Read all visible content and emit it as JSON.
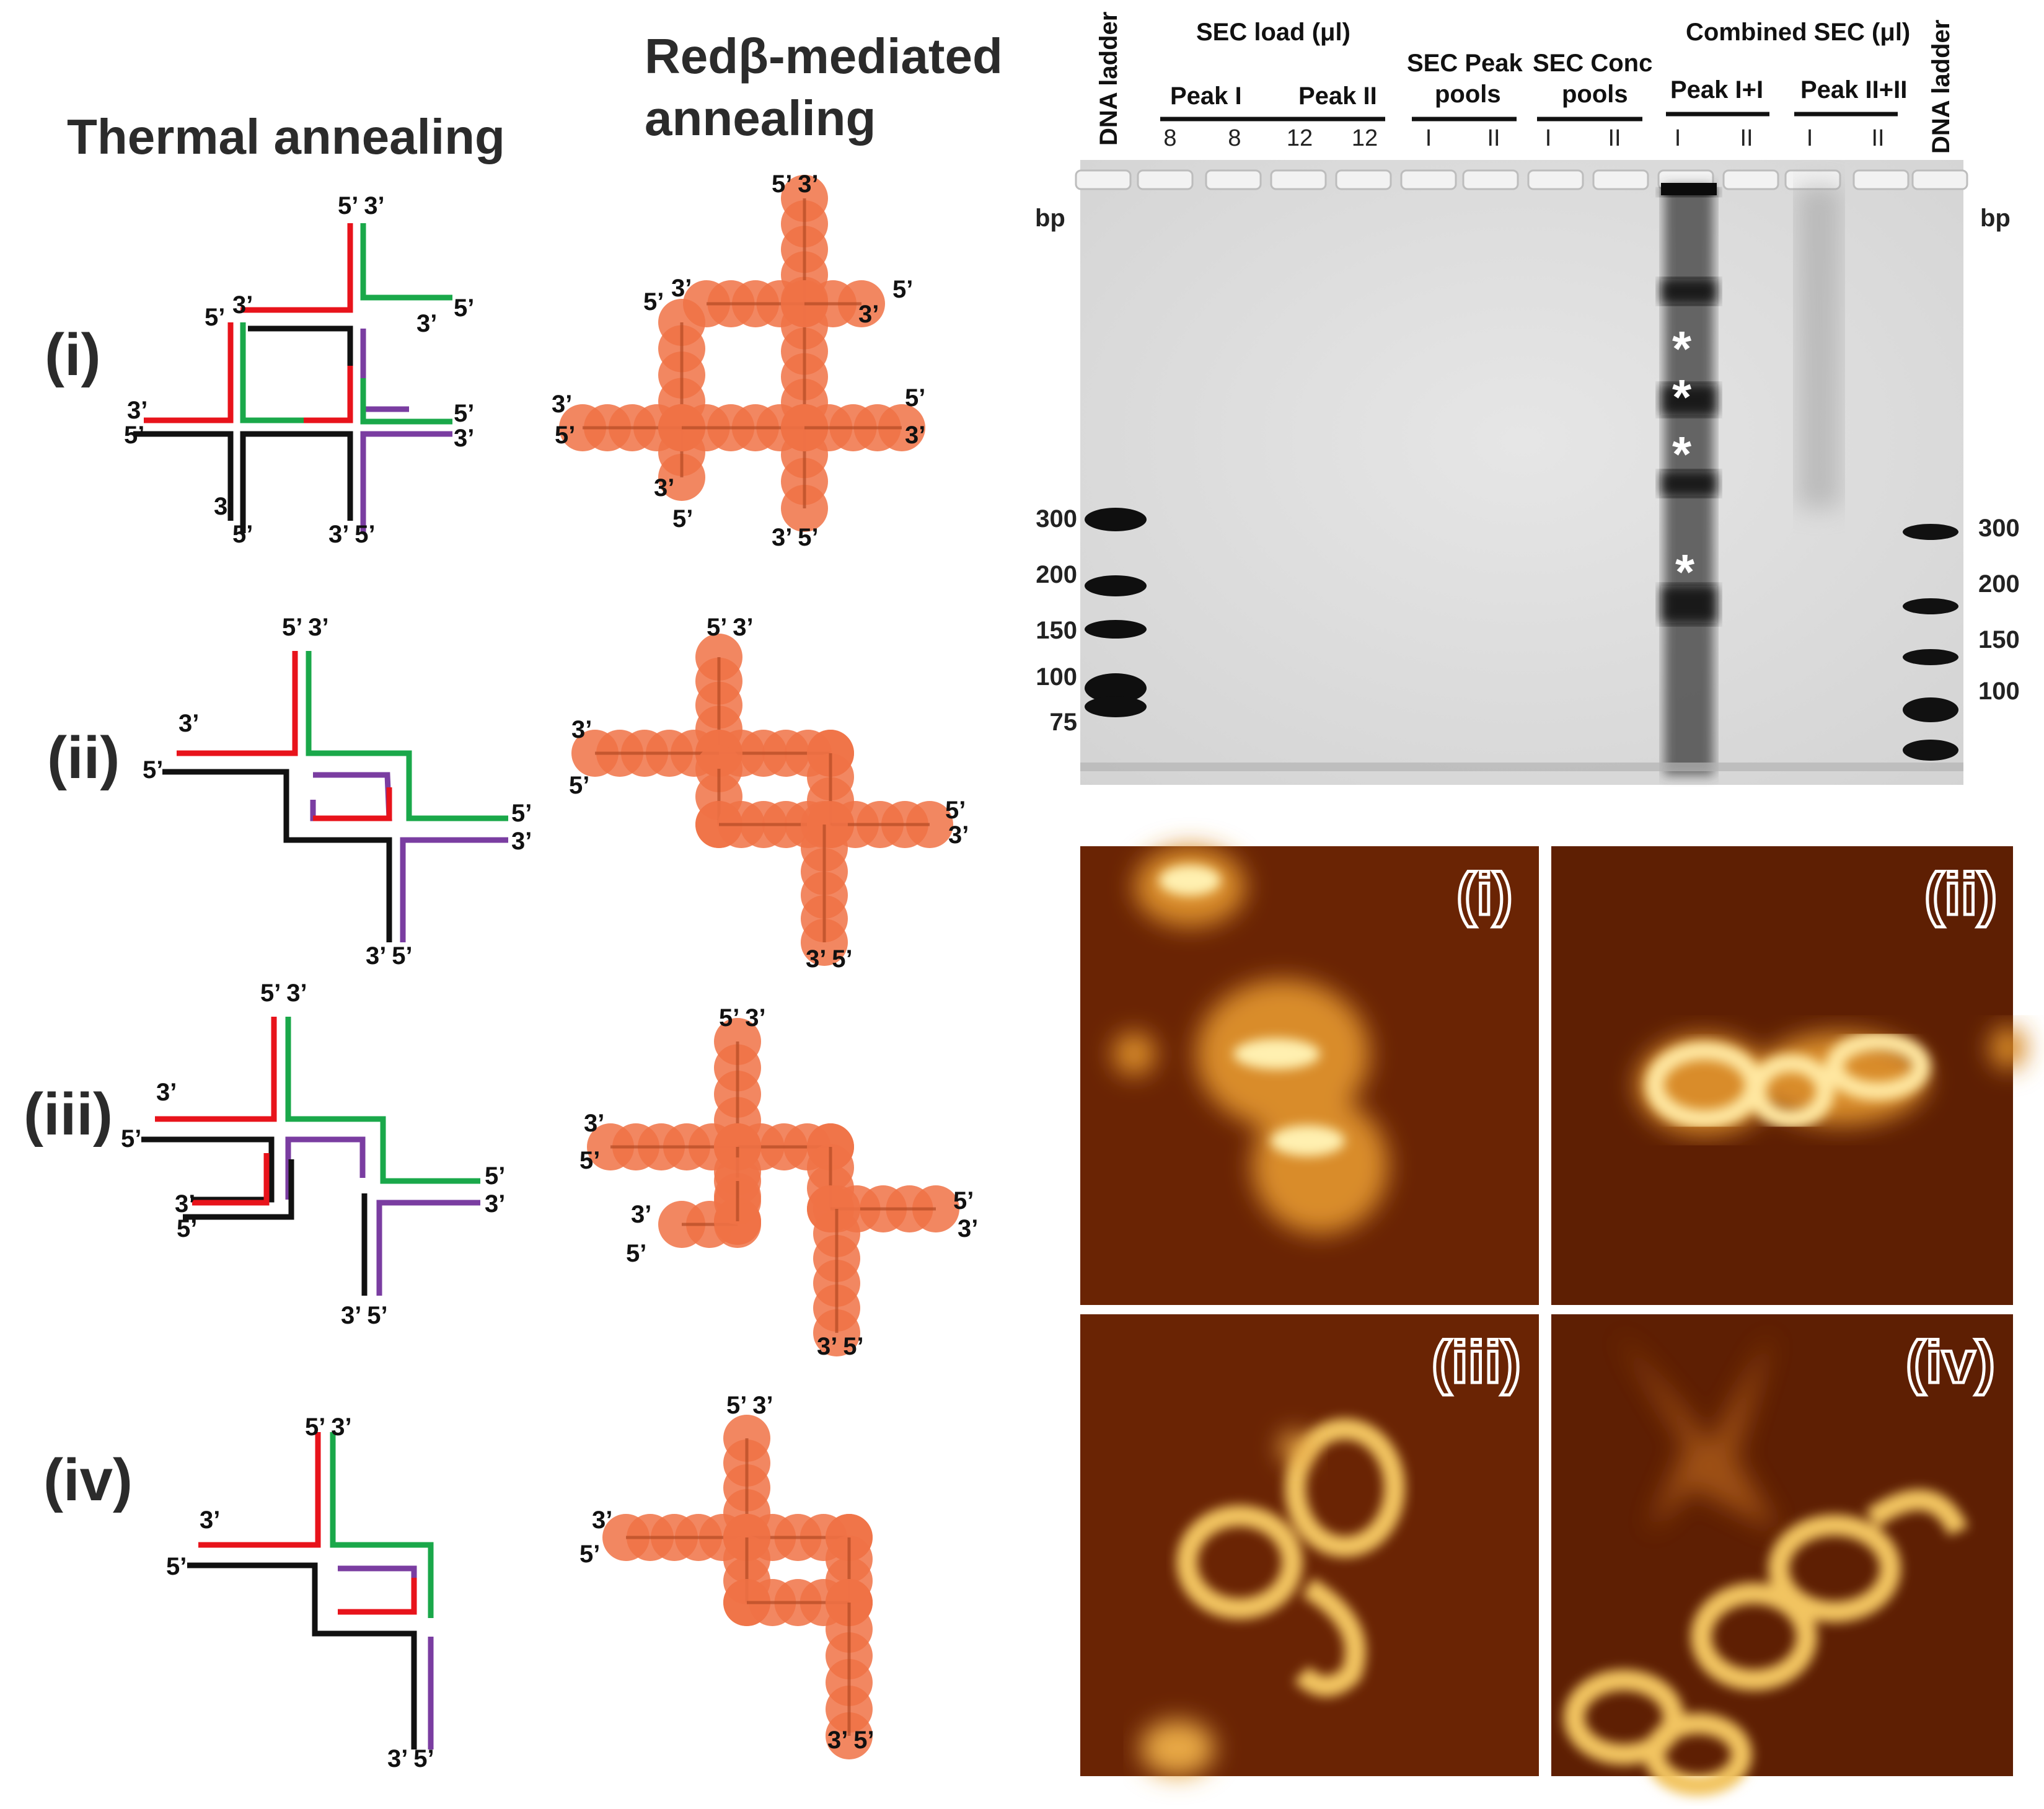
{
  "headers": {
    "thermal": "Thermal annealing",
    "redbeta_line1": "Redβ-mediated",
    "redbeta_line2": "annealing"
  },
  "rows": [
    "(i)",
    "(ii)",
    "(iii)",
    "(iv)"
  ],
  "end_labels": {
    "five": "5’",
    "three": "3’",
    "pair": "3’ 5’",
    "pair_top": "5’ 3’"
  },
  "strand_colors": {
    "red": "#e8131b",
    "green": "#1aa84a",
    "purple": "#7a3da1",
    "black": "#111111",
    "bead": "#f07245"
  },
  "gel": {
    "ladder_label": "DNA ladder",
    "group_sec_load": "SEC load (μl)",
    "peak_I": "Peak I",
    "peak_II": "Peak II",
    "sec_peak_line1": "SEC Peak",
    "sec_peak_line2": "pools",
    "sec_conc_line1": "SEC Conc",
    "sec_conc_line2": "pools",
    "combined": "Combined SEC (μl)",
    "peak_I_I": "Peak I+I",
    "peak_II_II": "Peak II+II",
    "lane_labels": [
      "8",
      "8",
      "12",
      "12",
      "I",
      "II",
      "I",
      "II",
      "I",
      "II",
      "I",
      "II"
    ],
    "unit": "bp",
    "ladder_left": [
      "300",
      "200",
      "150",
      "100",
      "75"
    ],
    "ladder_right": [
      "300",
      "200",
      "150",
      "100"
    ],
    "band_marker": "*"
  },
  "afm_labels": [
    "(i)",
    "(ii)",
    "(iii)",
    "(iv)"
  ]
}
